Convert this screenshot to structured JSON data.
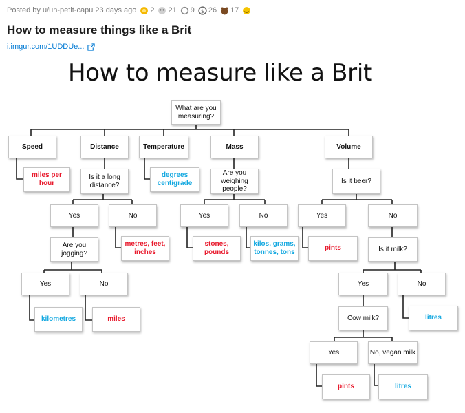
{
  "post": {
    "meta_text": "Posted by u/un-petit-capu 23 days ago",
    "awards": [
      {
        "icon": "gold-award-icon",
        "count": "2",
        "color": "#f5b800"
      },
      {
        "icon": "wholesome-award-icon",
        "count": "21",
        "color": "#8a8a8a"
      },
      {
        "icon": "hugz-award-icon",
        "count": "9",
        "color": "#8a8a8a"
      },
      {
        "icon": "coin-award-icon",
        "count": "26",
        "color": "#8a8a8a"
      },
      {
        "icon": "bear-award-icon",
        "count": "17",
        "color": "#7a4a22"
      }
    ],
    "title": "How to measure things like a Brit",
    "link_text": "i.imgur.com/1UDDUe...",
    "link_color": "#0079d3"
  },
  "chart": {
    "title": "How to measure like a Brit",
    "nodes": {
      "root": "What are you measuring?",
      "speed": "Speed",
      "distance": "Distance",
      "temperature": "Temperature",
      "mass": "Mass",
      "volume": "Volume",
      "speed_ans": "miles per hour",
      "long_dist_q": "Is it a long distance?",
      "temp_ans": "degrees centigrade",
      "weighing_q": "Are you weighing people?",
      "beer_q": "Is it beer?",
      "dist_yes": "Yes",
      "dist_no": "No",
      "mass_yes": "Yes",
      "mass_no": "No",
      "beer_yes": "Yes",
      "beer_no": "No",
      "jogging_q": "Are you jogging?",
      "short_ans": "metres, feet, inches",
      "people_ans": "stones, pounds",
      "other_mass_ans": "kilos, grams, tonnes, tons",
      "beer_ans": "pints",
      "milk_q": "Is it milk?",
      "jog_yes": "Yes",
      "jog_no": "No",
      "milk_yes": "Yes",
      "milk_no": "No",
      "jog_yes_ans": "kilometres",
      "jog_no_ans": "miles",
      "cow_q": "Cow milk?",
      "not_milk_ans": "litres",
      "cow_yes": "Yes",
      "cow_no": "No, vegan milk",
      "cow_ans": "pints",
      "vegan_ans": "litres"
    },
    "colors": {
      "answer_red": "#e8192c",
      "answer_blue": "#13a8e0"
    }
  }
}
